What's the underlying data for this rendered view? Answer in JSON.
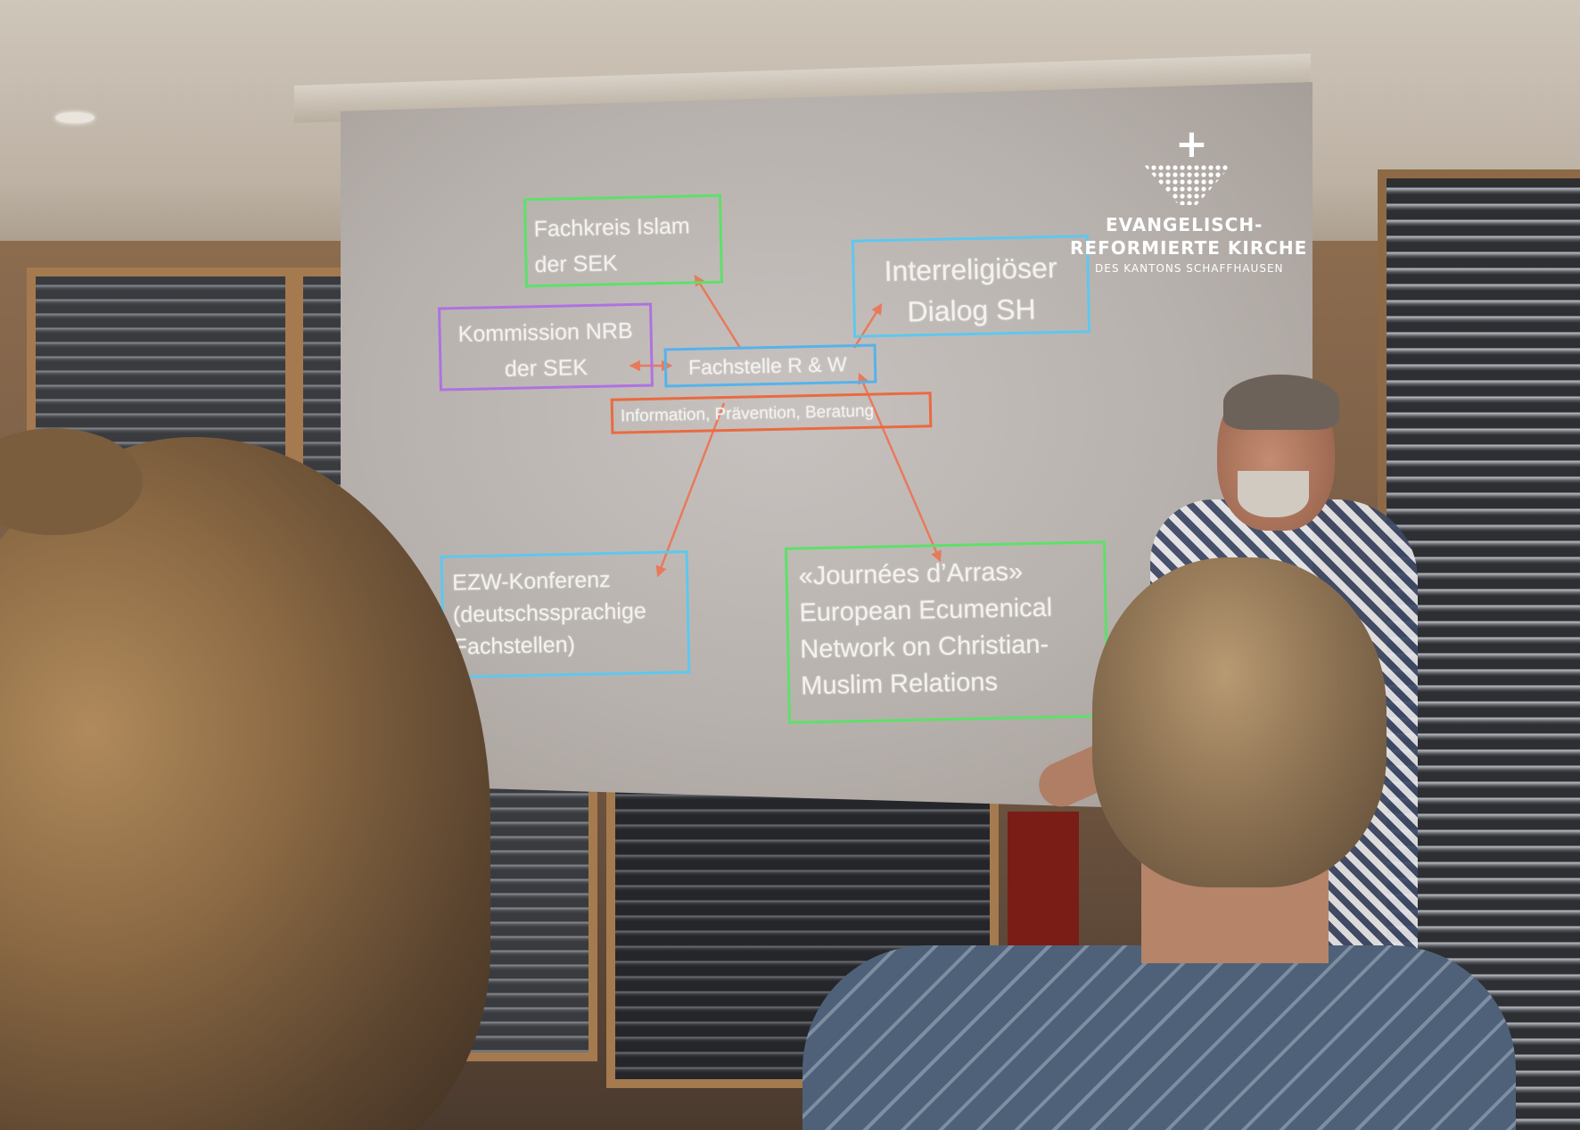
{
  "slide": {
    "boxes": {
      "fachkreis": [
        "Fachkreis Islam",
        "der SEK"
      ],
      "kommission": [
        "Kommission NRB",
        "der SEK"
      ],
      "fachstelle": [
        "Fachstelle R & W"
      ],
      "info": [
        "Information, Prävention, Beratung"
      ],
      "interreligioes": [
        "Interreligiöser",
        "Dialog SH"
      ],
      "ezw": [
        "EZW-Konferenz",
        "(deutschssprachige",
        "Fachstellen)"
      ],
      "arras": [
        "«Journées d’Arras»",
        "European Ecumenical",
        "Network on Christian-",
        "Muslim Relations"
      ]
    },
    "logo": {
      "line1": "EVANGELISCH-",
      "line2": "REFORMIERTE KIRCHE",
      "line3": "DES KANTONS SCHAFFHAUSEN"
    }
  },
  "colors": {
    "green": "#5ee06a",
    "purple": "#b071e2",
    "blue": "#55b3ec",
    "cyan": "#5fc7ee",
    "orange": "#ea6a40",
    "arrow": "#e87a5c"
  }
}
